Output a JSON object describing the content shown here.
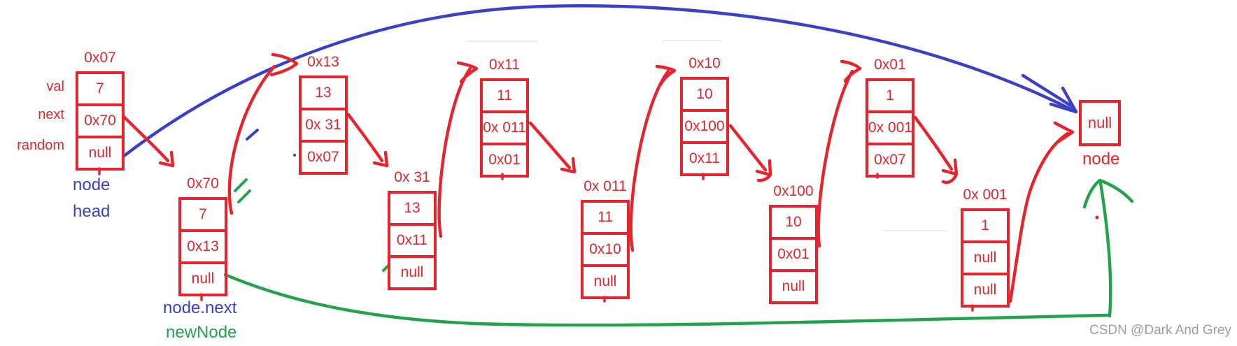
{
  "diagram_type": "linked-list-with-random-pointer (interleaved copy step)",
  "field_labels": {
    "val": "val",
    "next": "next",
    "random": "random"
  },
  "pointer_labels": {
    "node": "node",
    "head": "head",
    "node_next": "node.next",
    "new_node": "newNode",
    "tail_node": "node"
  },
  "nodes": [
    {
      "address": "0x07",
      "value": "7",
      "next": "0x70",
      "random": "null",
      "row": "upper"
    },
    {
      "address": "0x70",
      "value": "7",
      "next": "0x13",
      "random": "null",
      "row": "lower"
    },
    {
      "address": "0x13",
      "value": "13",
      "next": "0x 31",
      "random": "0x07",
      "row": "upper"
    },
    {
      "address": "0x 31",
      "value": "13",
      "next": "0x11",
      "random": "null",
      "row": "lower"
    },
    {
      "address": "0x11",
      "value": "11",
      "next": "0x 011",
      "random": "0x01",
      "row": "upper"
    },
    {
      "address": "0x 011",
      "value": "11",
      "next": "0x10",
      "random": "null",
      "row": "lower"
    },
    {
      "address": "0x10",
      "value": "10",
      "next": "0x100",
      "random": "0x11",
      "row": "upper"
    },
    {
      "address": "0x100",
      "value": "10",
      "next": "0x01",
      "random": "null",
      "row": "lower"
    },
    {
      "address": "0x01",
      "value": "1",
      "next": "0x 001",
      "random": "0x07",
      "row": "upper"
    },
    {
      "address": "0x 001",
      "value": "1",
      "next": "null",
      "random": "null",
      "row": "lower"
    }
  ],
  "null_box": {
    "value": "null",
    "label": "node"
  },
  "edges": [
    {
      "from": "0x07",
      "field": "next",
      "to": "0x70",
      "color": "red"
    },
    {
      "from": "0x70",
      "field": "next",
      "to": "0x13",
      "color": "red"
    },
    {
      "from": "0x13",
      "field": "next",
      "to": "0x 31",
      "color": "red"
    },
    {
      "from": "0x 31",
      "field": "next",
      "to": "0x11",
      "color": "red"
    },
    {
      "from": "0x11",
      "field": "next",
      "to": "0x 011",
      "color": "red"
    },
    {
      "from": "0x 011",
      "field": "next",
      "to": "0x10",
      "color": "red"
    },
    {
      "from": "0x10",
      "field": "next",
      "to": "0x100",
      "color": "red"
    },
    {
      "from": "0x100",
      "field": "next",
      "to": "0x01",
      "color": "red"
    },
    {
      "from": "0x01",
      "field": "next",
      "to": "0x 001",
      "color": "red"
    },
    {
      "from": "0x 001",
      "field": "next",
      "to": "null-box",
      "color": "red"
    },
    {
      "from": "0x07",
      "field": "random",
      "to": "null-box",
      "color": "blue"
    },
    {
      "from": "newNode(0x70)",
      "field": "annotation",
      "to": "node(null-box)",
      "color": "green"
    }
  ],
  "watermark": {
    "text": "CSDN @Dark And Grey"
  },
  "colors": {
    "red": "#e8232b",
    "blue": "#3a41c6",
    "green": "#22a34b",
    "gray": "#9e9e9e"
  }
}
